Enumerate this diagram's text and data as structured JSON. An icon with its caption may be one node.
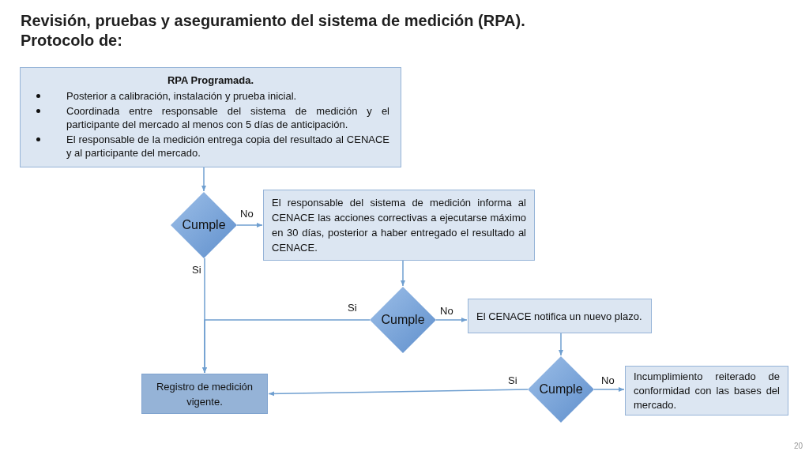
{
  "diagram": {
    "title": "Revisión, pruebas y aseguramiento del sistema de medición (RPA). Protocolo de:",
    "nodes": [
      {
        "text": [
          "RPA Programada.",
          "Posterior a calibración, instalación y prueba inicial.",
          "Coordinada entre responsable del sistema de medición y el participante del mercado al menos con 5 días de anticipación.",
          "El responsable de la medición entrega copia del resultado al CENACE y al participante del mercado."
        ]
      },
      {
        "text": [
          "Cumple"
        ]
      },
      {
        "text": [
          "El responsable del sistema de medición informa al CENACE las acciones correctivas a ejecutarse máximo en 30 días, posterior a haber entregado el resultado al CENACE."
        ]
      },
      {
        "text": [
          "Cumple"
        ]
      },
      {
        "text": [
          "El CENACE notifica un nuevo plazo."
        ]
      },
      {
        "text": [
          "Cumple"
        ]
      },
      {
        "text": [
          "Registro de medición vigente."
        ]
      },
      {
        "text": [
          "Incumplimiento reiterado de conformidad con las bases del mercado."
        ]
      }
    ],
    "edges": [
      {
        "from": 0,
        "to": 1,
        "arrow": "to"
      },
      {
        "from": 1,
        "to": 2,
        "arrow": "to",
        "label": "No"
      },
      {
        "from": 1,
        "to": 6,
        "arrow": "to",
        "label": "Si"
      },
      {
        "from": 2,
        "to": 3,
        "arrow": "to"
      },
      {
        "from": 3,
        "to": 6,
        "arrow": "to",
        "label": "Si"
      },
      {
        "from": 3,
        "to": 4,
        "arrow": "to",
        "label": "No"
      },
      {
        "from": 4,
        "to": 5,
        "arrow": "to"
      },
      {
        "from": 5,
        "to": 6,
        "arrow": "to",
        "label": "Si"
      },
      {
        "from": 5,
        "to": 7,
        "arrow": "to",
        "label": "No"
      }
    ],
    "labels": [
      "20"
    ]
  }
}
